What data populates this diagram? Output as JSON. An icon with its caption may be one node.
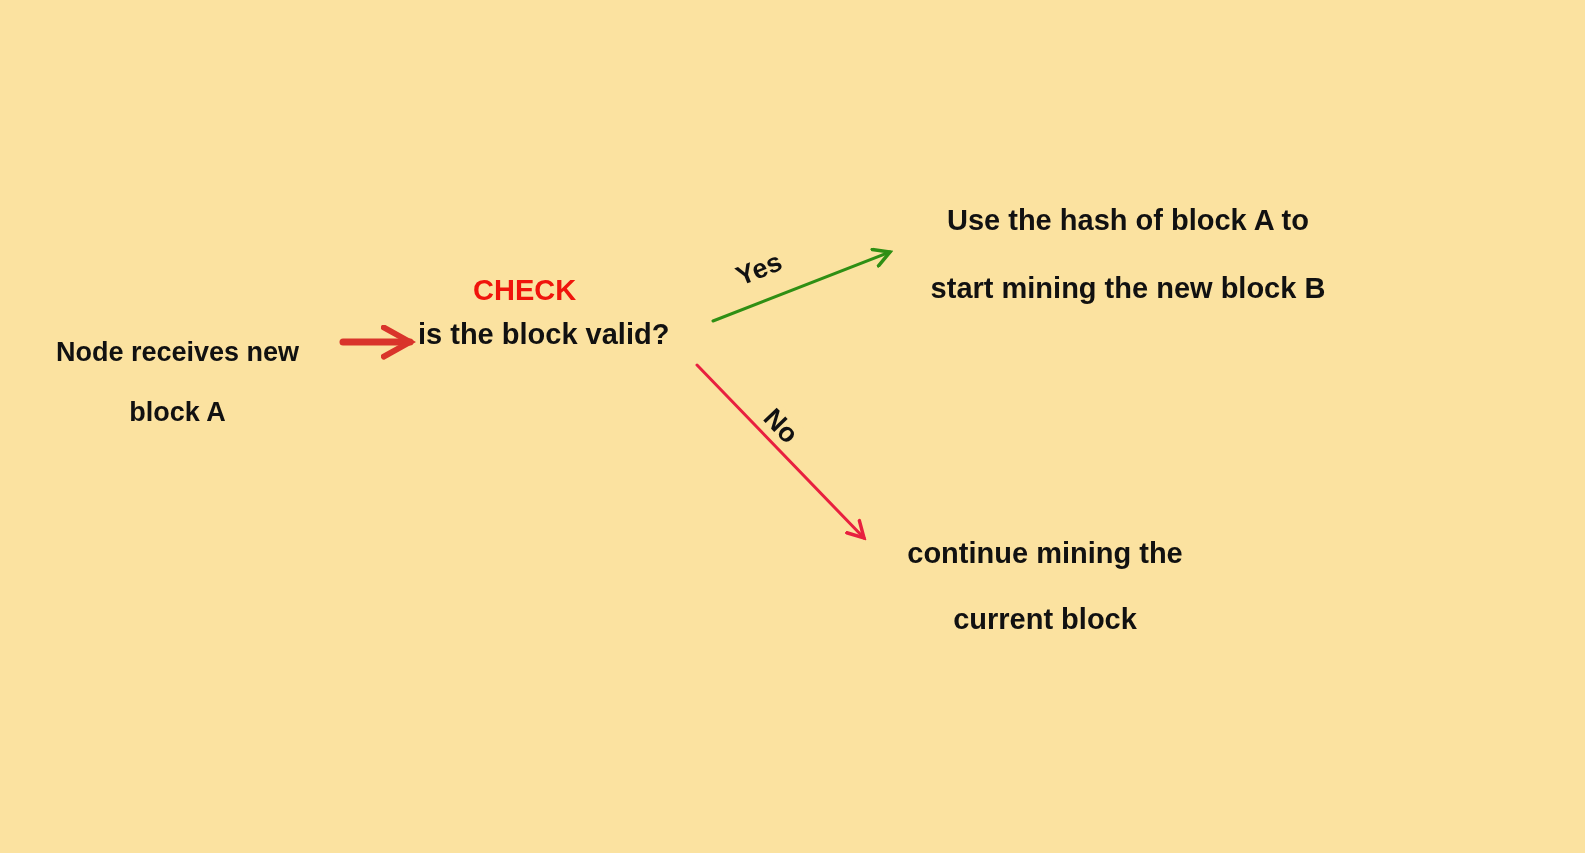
{
  "diagram": {
    "nodes": [
      {
        "text": [
          "Node receives new block A"
        ]
      },
      {
        "text": [
          "CHECK",
          "is the block valid?"
        ]
      },
      {
        "text": [
          "Use the hash of block A to start mining the new block B"
        ]
      },
      {
        "text": [
          "continue mining the current block"
        ]
      }
    ],
    "edges": [
      {
        "from": 0,
        "to": 1,
        "arrow": "to",
        "style": "thick",
        "color": "#d9342b"
      },
      {
        "from": 1,
        "to": 2,
        "arrow": "to",
        "label": "Yes",
        "color": "#2f8f14"
      },
      {
        "from": 1,
        "to": 3,
        "arrow": "to",
        "label": "No",
        "color": "#e8203f"
      }
    ]
  }
}
